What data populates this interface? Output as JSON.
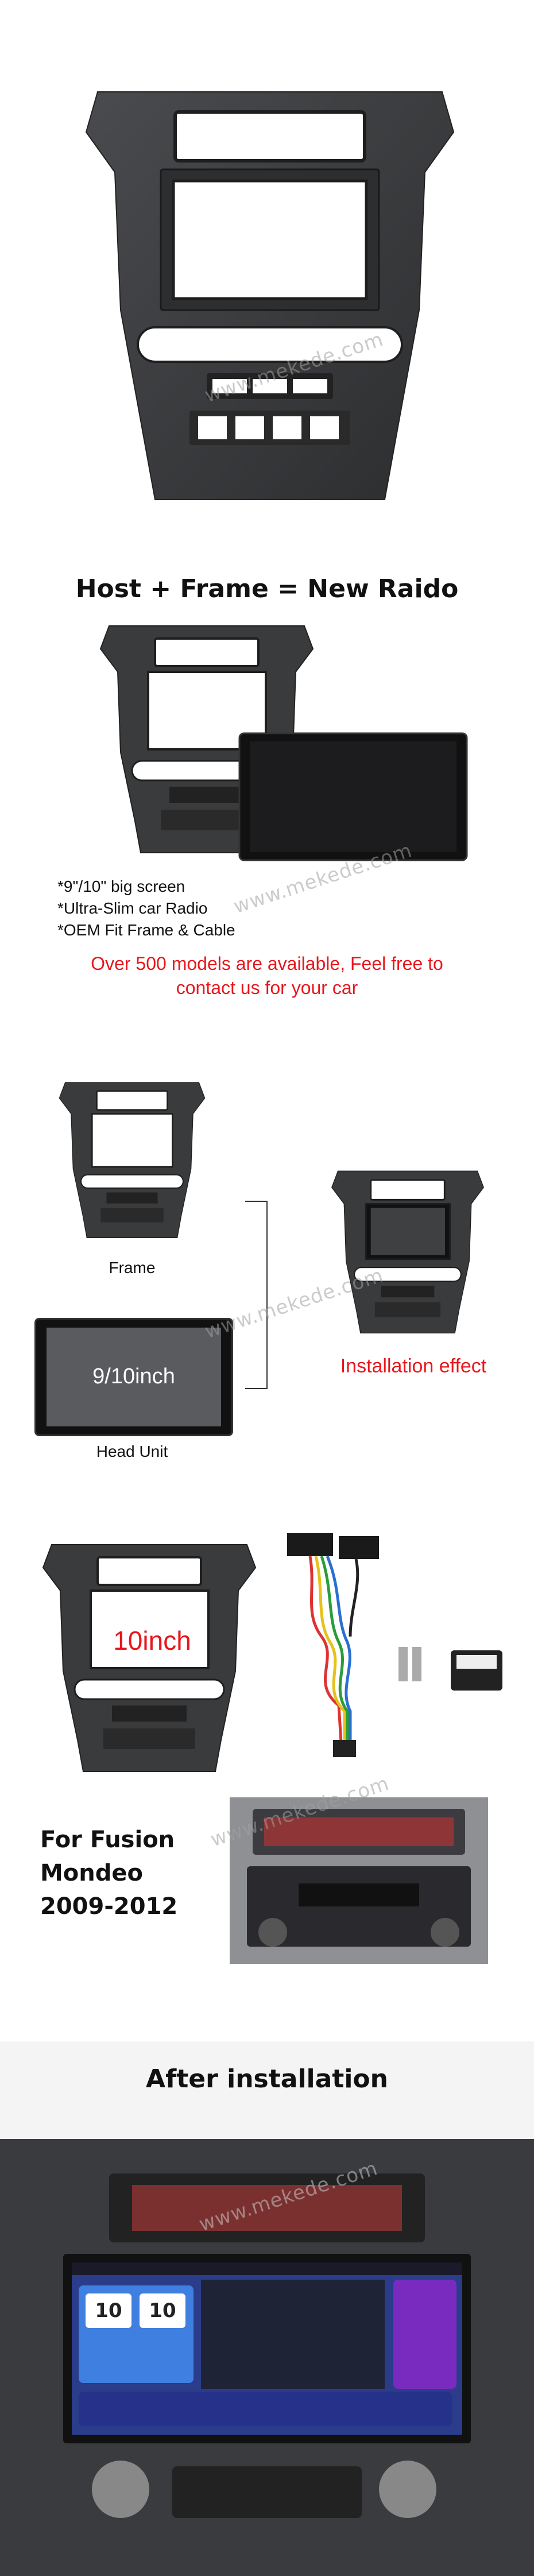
{
  "watermark": "www.mekede.com",
  "section2": {
    "headline": "Host + Frame = New Raido",
    "bullets": [
      "*9\"/10\" big screen",
      "*Ultra-Slim car Radio",
      "*OEM Fit Frame & Cable"
    ],
    "promo_line1": "Over 500 models are available,  Feel free to",
    "promo_line2": "contact us for your car"
  },
  "section3": {
    "frame_label": "Frame",
    "screen_text": "9/10inch",
    "head_unit_label": "Head Unit",
    "installation_label": "Installation effect"
  },
  "section4": {
    "size_label": "10inch",
    "for_word": "For",
    "model": "Fusion",
    "model2": "Mondeo",
    "years": "2009-2012"
  },
  "section5": {
    "headline": "After installation",
    "clock_h": "10",
    "clock_m": "10"
  },
  "colors": {
    "frame": "#3a3b3d",
    "frame_dark": "#2a2b2d",
    "red": "#e8161c"
  }
}
